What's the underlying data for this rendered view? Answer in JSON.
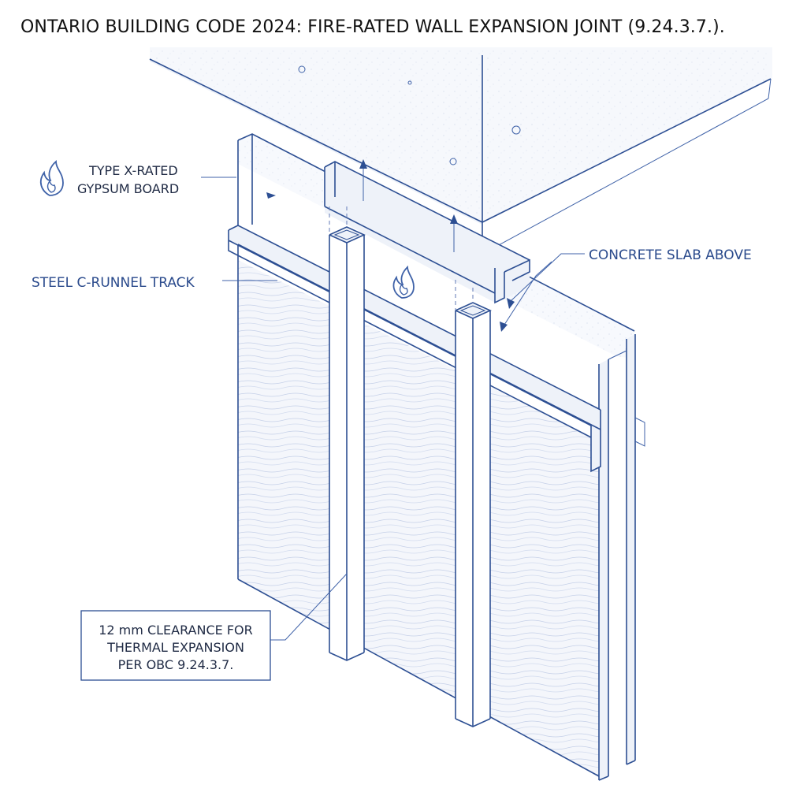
{
  "title": "ONTARIO BUILDING CODE 2024: FIRE-RATED WALL EXPANSION JOINT (9.24.3.7.).",
  "labels": {
    "gypsum_line1": "TYPE X-RATED",
    "gypsum_line2": "GYPSUM BOARD",
    "track": "STEEL C-RUNNEL TRACK",
    "slab": "CONCRETE SLAB ABOVE",
    "clearance_line1": "12 mm CLEARANCE FOR",
    "clearance_line2": "THERMAL EXPANSION",
    "clearance_line3": "PER OBC 9.24.3.7."
  },
  "colors": {
    "line": "#2d4f93",
    "label": "#2a4a8c",
    "title": "#111111",
    "panel_fill": "#f4f6fb"
  },
  "icons": [
    "fire-icon"
  ]
}
